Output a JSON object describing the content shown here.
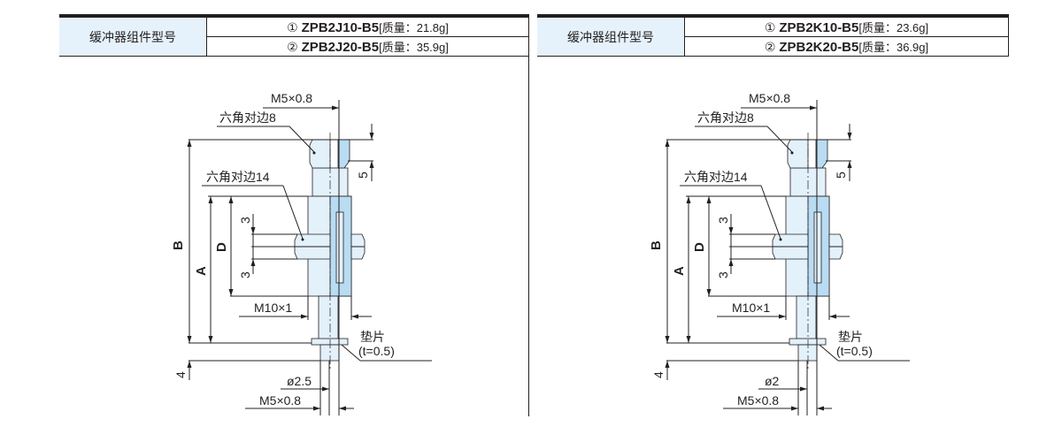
{
  "panels": [
    {
      "header": "缓冲器组件型号",
      "rows": [
        {
          "num": "①",
          "model": "ZPB2J10-B5",
          "mass_label": "[质量：21.8g]"
        },
        {
          "num": "②",
          "model": "ZPB2J20-B5",
          "mass_label": "[质量：35.9g]"
        }
      ],
      "drawing": {
        "top_thread": "M5×0.8",
        "hex_small": "六角对边8",
        "hex_large": "六角对边14",
        "dim_5": "5",
        "dim_3a": "3",
        "dim_3b": "3",
        "dim_B": "B",
        "dim_A": "A",
        "dim_D": "D",
        "body_thread": "M10×1",
        "washer": "垫片",
        "washer_t": "(t=0.5)",
        "dim_4": "4",
        "bore": "ø2.5",
        "bottom_thread": "M5×0.8"
      }
    },
    {
      "header": "缓冲器组件型号",
      "rows": [
        {
          "num": "①",
          "model": "ZPB2K10-B5",
          "mass_label": "[质量：23.6g]"
        },
        {
          "num": "②",
          "model": "ZPB2K20-B5",
          "mass_label": "[质量：36.9g]"
        }
      ],
      "drawing": {
        "top_thread": "M5×0.8",
        "hex_small": "六角对边8",
        "hex_large": "六角对边14",
        "dim_5": "5",
        "dim_3a": "3",
        "dim_3b": "3",
        "dim_B": "B",
        "dim_A": "A",
        "dim_D": "D",
        "body_thread": "M10×1",
        "washer": "垫片",
        "washer_t": "(t=0.5)",
        "dim_4": "4",
        "bore": "ø2",
        "bottom_thread": "M5×0.8"
      }
    }
  ],
  "colors": {
    "part_light": "#e3f1fb",
    "part_dark": "#b9dcf3",
    "line": "#231f20"
  }
}
